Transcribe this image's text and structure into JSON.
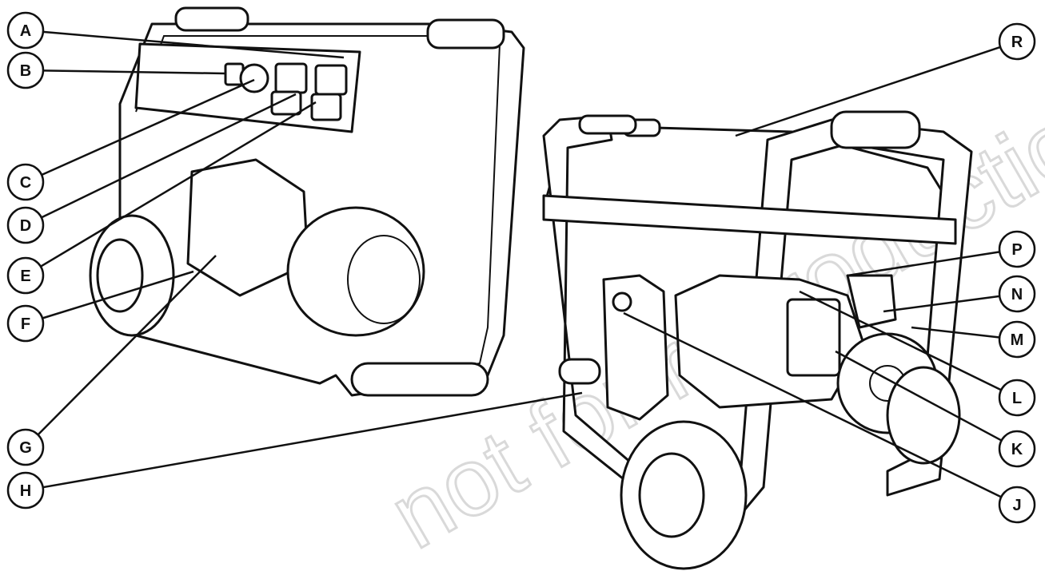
{
  "watermark": "not for reproduction",
  "colors": {
    "ink": "#111111",
    "paper": "#ffffff",
    "watermark": "#d9d9d9"
  },
  "callouts": [
    {
      "letter": "A"
    },
    {
      "letter": "B"
    },
    {
      "letter": "C"
    },
    {
      "letter": "D"
    },
    {
      "letter": "E"
    },
    {
      "letter": "F"
    },
    {
      "letter": "G"
    },
    {
      "letter": "H"
    },
    {
      "letter": "R"
    },
    {
      "letter": "P"
    },
    {
      "letter": "N"
    },
    {
      "letter": "M"
    },
    {
      "letter": "L"
    },
    {
      "letter": "K"
    },
    {
      "letter": "J"
    }
  ]
}
